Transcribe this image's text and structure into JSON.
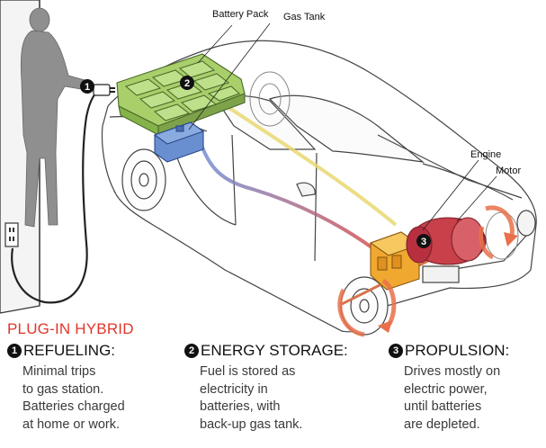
{
  "labels": {
    "battery_pack": "Battery Pack",
    "gas_tank": "Gas Tank",
    "engine": "Engine",
    "motor": "Motor"
  },
  "markers": [
    "1",
    "2",
    "3"
  ],
  "title": "PLUG-IN HYBRID",
  "sections": [
    {
      "number": "1",
      "heading": "REFUELING:",
      "lines": [
        "Minimal trips",
        "to gas station.",
        "Batteries charged",
        "at home or work."
      ]
    },
    {
      "number": "2",
      "heading": "ENERGY STORAGE:",
      "lines": [
        "Fuel is stored as",
        "electricity in",
        "batteries, with",
        "back-up gas tank."
      ]
    },
    {
      "number": "3",
      "heading": "PROPULSION:",
      "lines": [
        "Drives mostly on",
        "electric power,",
        "until batteries",
        "are depleted."
      ]
    }
  ],
  "colors": {
    "title_red": "#e0362a",
    "battery_green": "#a8cf6a",
    "gas_tank_blue": "#6a8fd0",
    "engine_orange": "#f0a830",
    "motor_red": "#c8404a",
    "rotation_arrow": "#e8704a",
    "person_gray": "#8f8f8f"
  }
}
